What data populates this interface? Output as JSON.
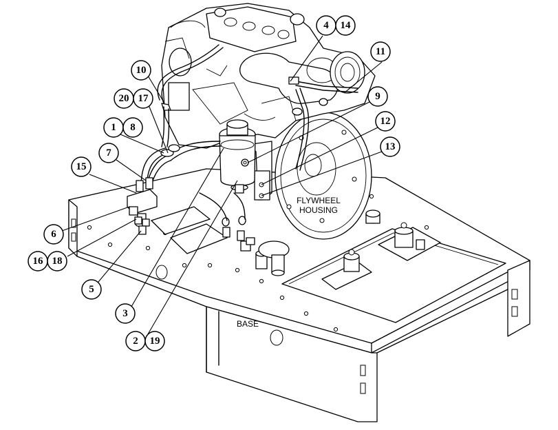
{
  "callouts": [
    "1",
    "2",
    "3",
    "4",
    "5",
    "6",
    "7",
    "8",
    "9",
    "10",
    "11",
    "12",
    "13",
    "14",
    "15",
    "16",
    "17",
    "18",
    "19",
    "20"
  ],
  "labels": {
    "flywheel_line1": "FLYWHEEL",
    "flywheel_line2": "HOUSING",
    "base": "BASE"
  }
}
